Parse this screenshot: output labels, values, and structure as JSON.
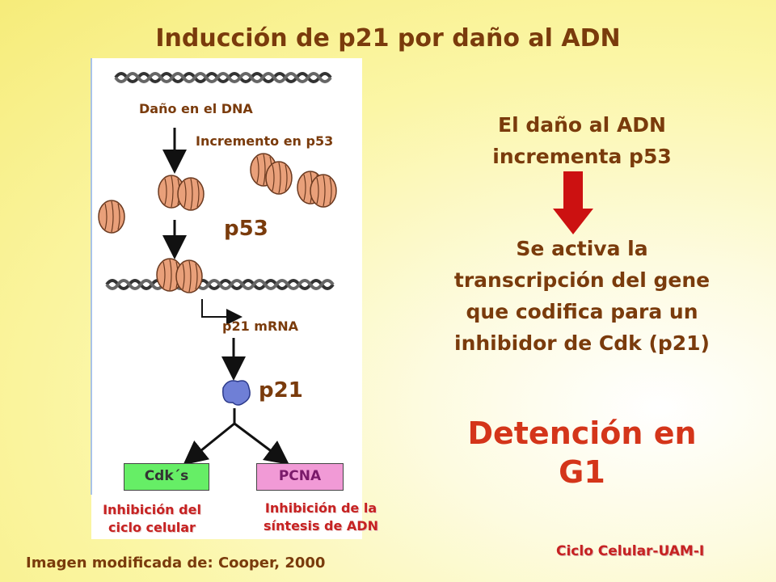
{
  "title": "Inducción de p21 por daño al ADN",
  "diagram": {
    "dna_damage_label": "Daño en el DNA",
    "p53_increase_label": "Incremento en p53",
    "p53_label": "p53",
    "mrna_label": "p21 mRNA",
    "p21_label": "p21",
    "cdk_box": "Cdk´s",
    "pcna_box": "PCNA",
    "cdk_inhibition_line1": "Inhibición del",
    "cdk_inhibition_line2": "ciclo celular",
    "pcna_inhibition_line1": "Inhibición de la",
    "pcna_inhibition_line2": "síntesis de ADN"
  },
  "right": {
    "step1_line1": "El daño al ADN",
    "step1_line2": "incrementa p53",
    "step2_line1": "Se activa la",
    "step2_line2": "transcripción del gene",
    "step2_line3": "que codifica para un",
    "step2_line4": "inhibidor de Cdk (p21)",
    "arrest_line1": "Detención en",
    "arrest_line2": "G1"
  },
  "footer": {
    "credit": "Imagen modificada de: Cooper, 2000",
    "course": "Ciclo Celular-UAM-I"
  },
  "colors": {
    "title_text": "#7a3b0c",
    "arrest_text": "#d4351a",
    "arrow_red": "#cc1111",
    "inhibition_text": "#c62222",
    "cdk_box": "#66ee66",
    "pcna_box": "#f19ad6",
    "protein_fill": "#e9a07a",
    "p21_fill": "#6f7fd6"
  }
}
